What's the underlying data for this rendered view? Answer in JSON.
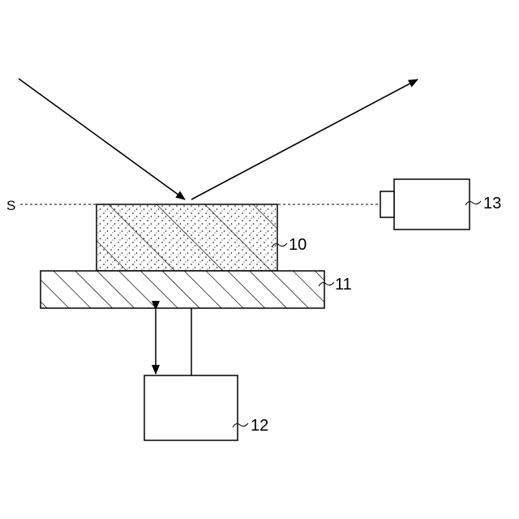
{
  "labels": {
    "surface": "S",
    "sample": "10",
    "stage": "11",
    "drive": "12",
    "camera": "13"
  }
}
